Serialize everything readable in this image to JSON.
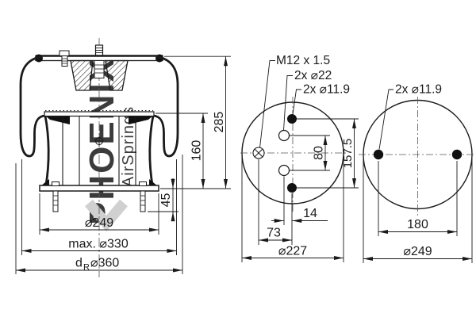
{
  "watermark": {
    "brand": "PHOENIX",
    "sub": "AirSprings",
    "color": "#c8c8c8"
  },
  "side_view": {
    "dim_total_height": "285",
    "dim_piston_height": "160",
    "dim_bolt_protrusion": "45",
    "dim_piston_diameter": "⌀249",
    "dim_max_diameter": "max. ⌀330",
    "dim_dr_prefix": "d",
    "dim_dr_sub": "R",
    "dim_dr_value": "⌀360"
  },
  "plate_view": {
    "label_air_fitting": "M12 x 1.5",
    "label_center_holes": "2x ⌀22",
    "label_stud_holes": "2x ⌀11.9",
    "dim_center_hole_spacing": "80",
    "dim_stud_spacing": "157.5",
    "dim_stud_offset": "14",
    "dim_fitting_offset": "73",
    "dim_diameter": "⌀227"
  },
  "piston_view": {
    "label_stud_holes": "2x ⌀11.9",
    "dim_stud_spacing": "180",
    "dim_diameter": "⌀249"
  },
  "colors": {
    "line": "#1a1a1a",
    "watermark": "#c8c8c8"
  }
}
